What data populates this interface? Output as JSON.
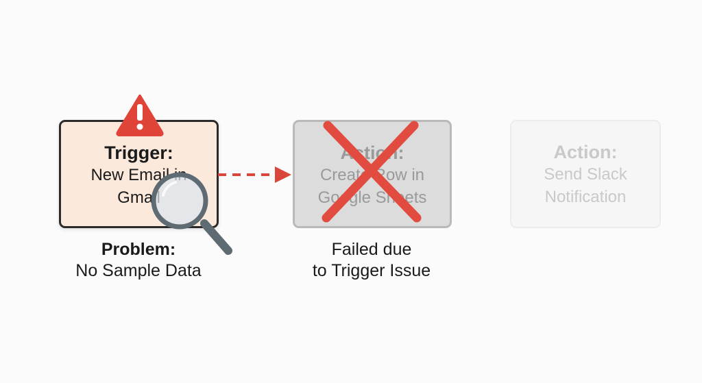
{
  "steps": {
    "trigger": {
      "title": "Trigger:",
      "line1": "New Email in",
      "line2": "Gmail"
    },
    "action_failed": {
      "title": "Action:",
      "line1": "Create Row in",
      "line2": "Google Sheets"
    },
    "action_pending": {
      "title": "Action:",
      "line1": "Send Slack",
      "line2": "Notification"
    }
  },
  "captions": {
    "problem": {
      "heading": "Problem:",
      "text": "No Sample Data"
    },
    "failed": {
      "line1": "Failed due",
      "line2": "to Trigger Issue"
    }
  },
  "icons": {
    "warning": "warning-triangle-icon",
    "magnifier": "magnifying-glass-icon",
    "failure": "red-x-icon",
    "connector": "dashed-arrow"
  },
  "colors": {
    "trigger_fill": "#fbe9dc",
    "warning_red": "#e04438",
    "arrow_red": "#d9463a",
    "x_red": "#e24b3f",
    "failed_fill": "#dcdcdc",
    "pending_fill": "#f6f6f6",
    "magnifier_gray": "#5f6b73"
  }
}
